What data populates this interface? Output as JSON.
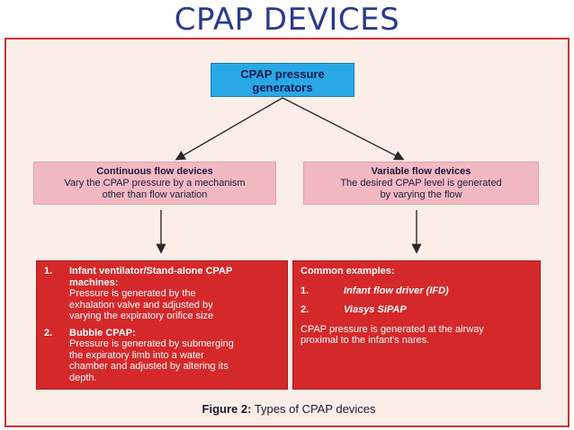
{
  "title": "CPAP DEVICES",
  "root": {
    "line1": "CPAP pressure",
    "line2": "generators"
  },
  "left_mid": {
    "heading": "Continuous flow devices",
    "line1": "Vary the CPAP pressure by a mechanism",
    "line2": "other than flow variation"
  },
  "right_mid": {
    "heading": "Variable flow devices",
    "line1": "The desired CPAP level is generated",
    "line2": "by varying the flow"
  },
  "left_detail": {
    "items": [
      {
        "num": "1.",
        "head1": "Infant ventilator/Stand-alone CPAP",
        "head2": "machines:",
        "body1": "Pressure is generated by the",
        "body2": "exhalation valve and adjusted by",
        "body3": "varying the expiratory orifice size"
      },
      {
        "num": "2.",
        "head1": "Bubble CPAP:",
        "body1": "Pressure is generated by submerging",
        "body2": "the expiratory limb into a water",
        "body3": "chamber and adjusted by altering its",
        "body4": "depth."
      }
    ]
  },
  "right_detail": {
    "heading": "Common examples:",
    "examples": [
      {
        "num": "1.",
        "name": "Infant flow driver (IFD)"
      },
      {
        "num": "2.",
        "name": "Viasys SiPAP"
      }
    ],
    "note1": "CPAP pressure is generated at the airway",
    "note2": "proximal to the infant's nares."
  },
  "caption": {
    "label": "Figure 2:",
    "text": "Types of CPAP devices"
  },
  "colors": {
    "title": "#2b3a8c",
    "frame_border": "#c93434",
    "frame_bg": "#fbeee8",
    "root_box": "#29a8e6",
    "mid_box": "#f2b9c2",
    "detail_box": "#d5282a"
  }
}
